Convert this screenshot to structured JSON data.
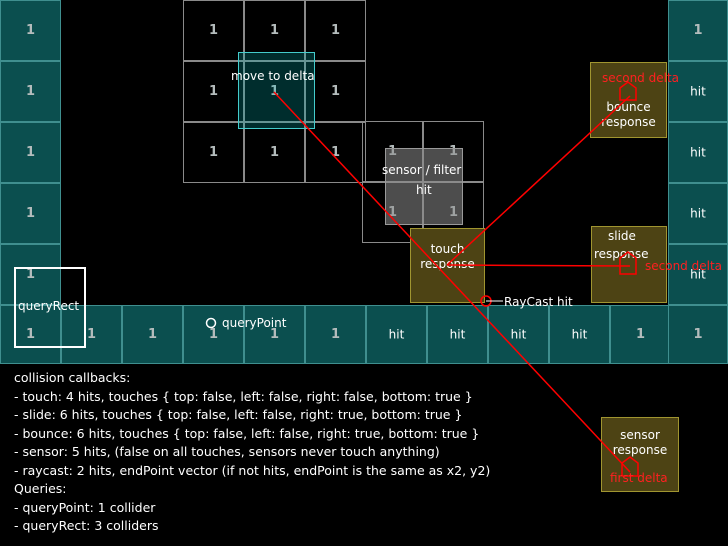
{
  "tile_label": "1",
  "hit_label": "hit",
  "labels": {
    "move_to_delta": "move to delta",
    "sensor_filter": "sensor / filter",
    "sensor_hit": "hit",
    "touch_response": "touch\nresponse",
    "bounce_response": "bounce\nresponse",
    "slide_response": "slide\nresponse",
    "sensor_response": "sensor\nresponse",
    "second_delta": "second delta",
    "first_delta": "first delta",
    "raycast_hit": "RayCast hit",
    "query_point": "queryPoint",
    "query_rect": "queryRect"
  },
  "info": {
    "header": "collision callbacks:",
    "touch": "- touch: 4 hits, touches { top: false, left: false, right: false, bottom: true }",
    "slide": "- slide: 6 hits, touches { top: false, left: false, right: true, bottom: true }",
    "bounce": "- bounce: 6 hits, touches { top: false, left: false, right: true, bottom: true }",
    "sensor": "- sensor: 5 hits, (false on all touches, sensors never touch anything)",
    "raycast": "- raycast: 2 hits, endPoint vector (if not hits, endPoint is the same as x2, y2)",
    "queries_header": "Queries:",
    "query_point": "- queryPoint: 1 collider",
    "query_rect": "- queryRect: 3 colliders"
  },
  "colors": {
    "teal_tile": "#0b4f4f",
    "response_box": "#4d4314",
    "trajectory": "#ff0000"
  }
}
